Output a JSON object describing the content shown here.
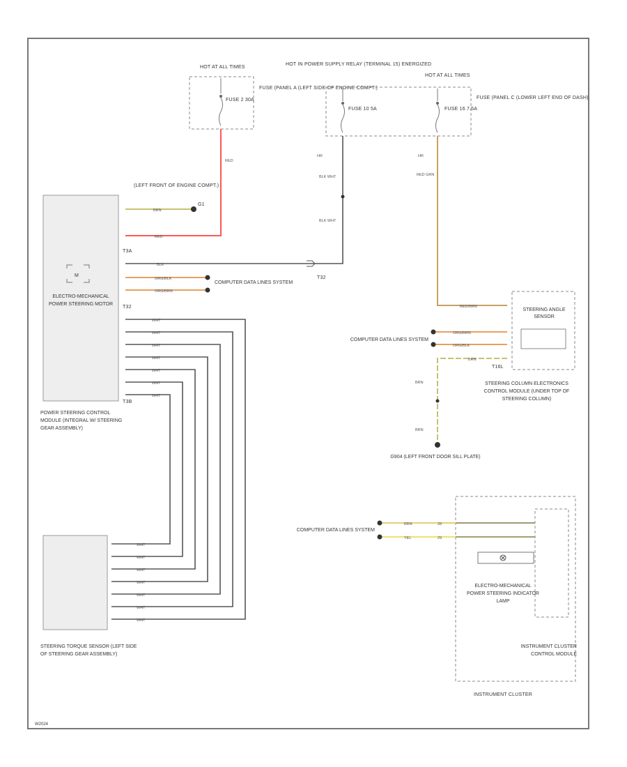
{
  "fuses": [
    {
      "hot": "HOT AT ALL TIMES",
      "fuse": "FUSE 2 30A",
      "panel": "FUSE (PANEL A (LEFT SIDE OF ENGINE COMPT.)"
    },
    {
      "hot": "HOT IN POWER SUPPLY RELAY (TERMINAL 15) ENERGIZED",
      "fuse": "FUSE 10 5A",
      "panel": ""
    },
    {
      "hot": "HOT AT ALL TIMES",
      "fuse": "FUSE 16 7.5A",
      "panel": "FUSE (PANEL C (LOWER LEFT END OF DASH)"
    }
  ],
  "wire_labels": {
    "red": "RED",
    "brn": "BRN",
    "blk": "BLK",
    "blk_wht": "BLK WHT",
    "red_grn": "RED GRN",
    "org_blk": "ORG/BLK",
    "org_brn": "ORG/BRN",
    "red_brn": "RED/BRN",
    "yel": "YEL",
    "hr": "HR"
  },
  "ground_left": "(LEFT FRONT OF ENGINE COMPT.)",
  "ground_left_id": "G1",
  "ground_right": "G904 (LEFT FRONT DOOR SILL PLATE)",
  "connectors": {
    "t3a": "T3A",
    "t3b": "T3B",
    "t32": "T32",
    "t6l": "T16L"
  },
  "computer_data": "COMPUTER DATA LINES SYSTEM",
  "components": {
    "motor": "ELECTRO-MECHANICAL POWER STEERING MOTOR",
    "psm_caption": "POWER STEERING CONTROL MODULE (INTEGRAL W/ STEERING GEAR ASSEMBLY)",
    "torque_caption": "STEERING TORQUE SENSOR (LEFT SIDE OF STEERING GEAR ASSEMBLY)",
    "angle_sensor": "STEERING ANGLE SENSOR",
    "column_caption": "STEERING COLUMN ELECTRONICS CONTROL MODULE (UNDER TOP OF STEERING COLUMN)",
    "lamp": "ELECTRO-MECHANICAL POWER STEERING INDICATOR LAMP",
    "cluster_module": "INSTRUMENT CLUSTER CONTROL MODULE",
    "cluster_caption": "INSTRUMENT CLUSTER"
  },
  "pins": {
    "p28": "28",
    "p29": "29"
  },
  "colors": {
    "red_wire": "#ff5555",
    "brown_wire": "#c8a062",
    "orange_wire": "#e8a060",
    "yellow_wire": "#f0e070",
    "black_wire": "#555555"
  },
  "footer_id": "W2024"
}
